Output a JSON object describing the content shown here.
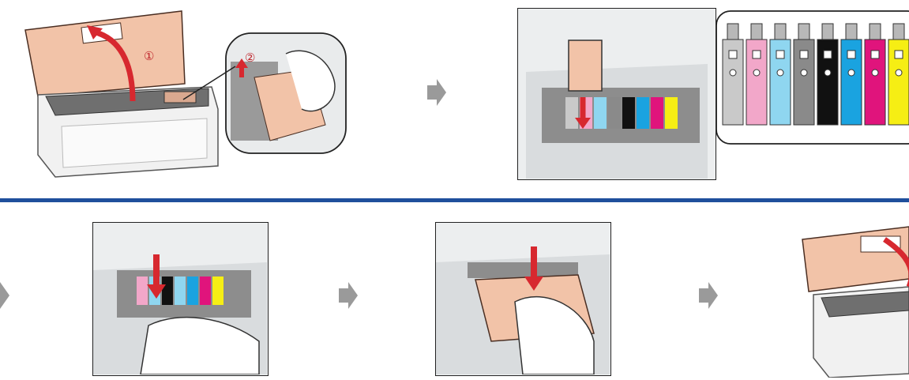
{
  "steps": {
    "step1_label": "①",
    "step2_label": "②"
  },
  "cartridges": [
    {
      "color": "#c9c9c9",
      "name": "light-light-black"
    },
    {
      "color": "#f2a7c9",
      "name": "light-magenta"
    },
    {
      "color": "#8fd6f0",
      "name": "light-cyan"
    },
    {
      "color": "#8a8a8a",
      "name": "light-black"
    },
    {
      "color": "#111111",
      "name": "black"
    },
    {
      "color": "#1aa3e0",
      "name": "cyan"
    },
    {
      "color": "#e0147c",
      "name": "magenta"
    },
    {
      "color": "#f6ee14",
      "name": "yellow"
    }
  ],
  "colors": {
    "divider": "#1f4f9c",
    "arrow": "#9a9a9a",
    "cover": "#f2c3a8",
    "red_arrow": "#d7282f"
  }
}
